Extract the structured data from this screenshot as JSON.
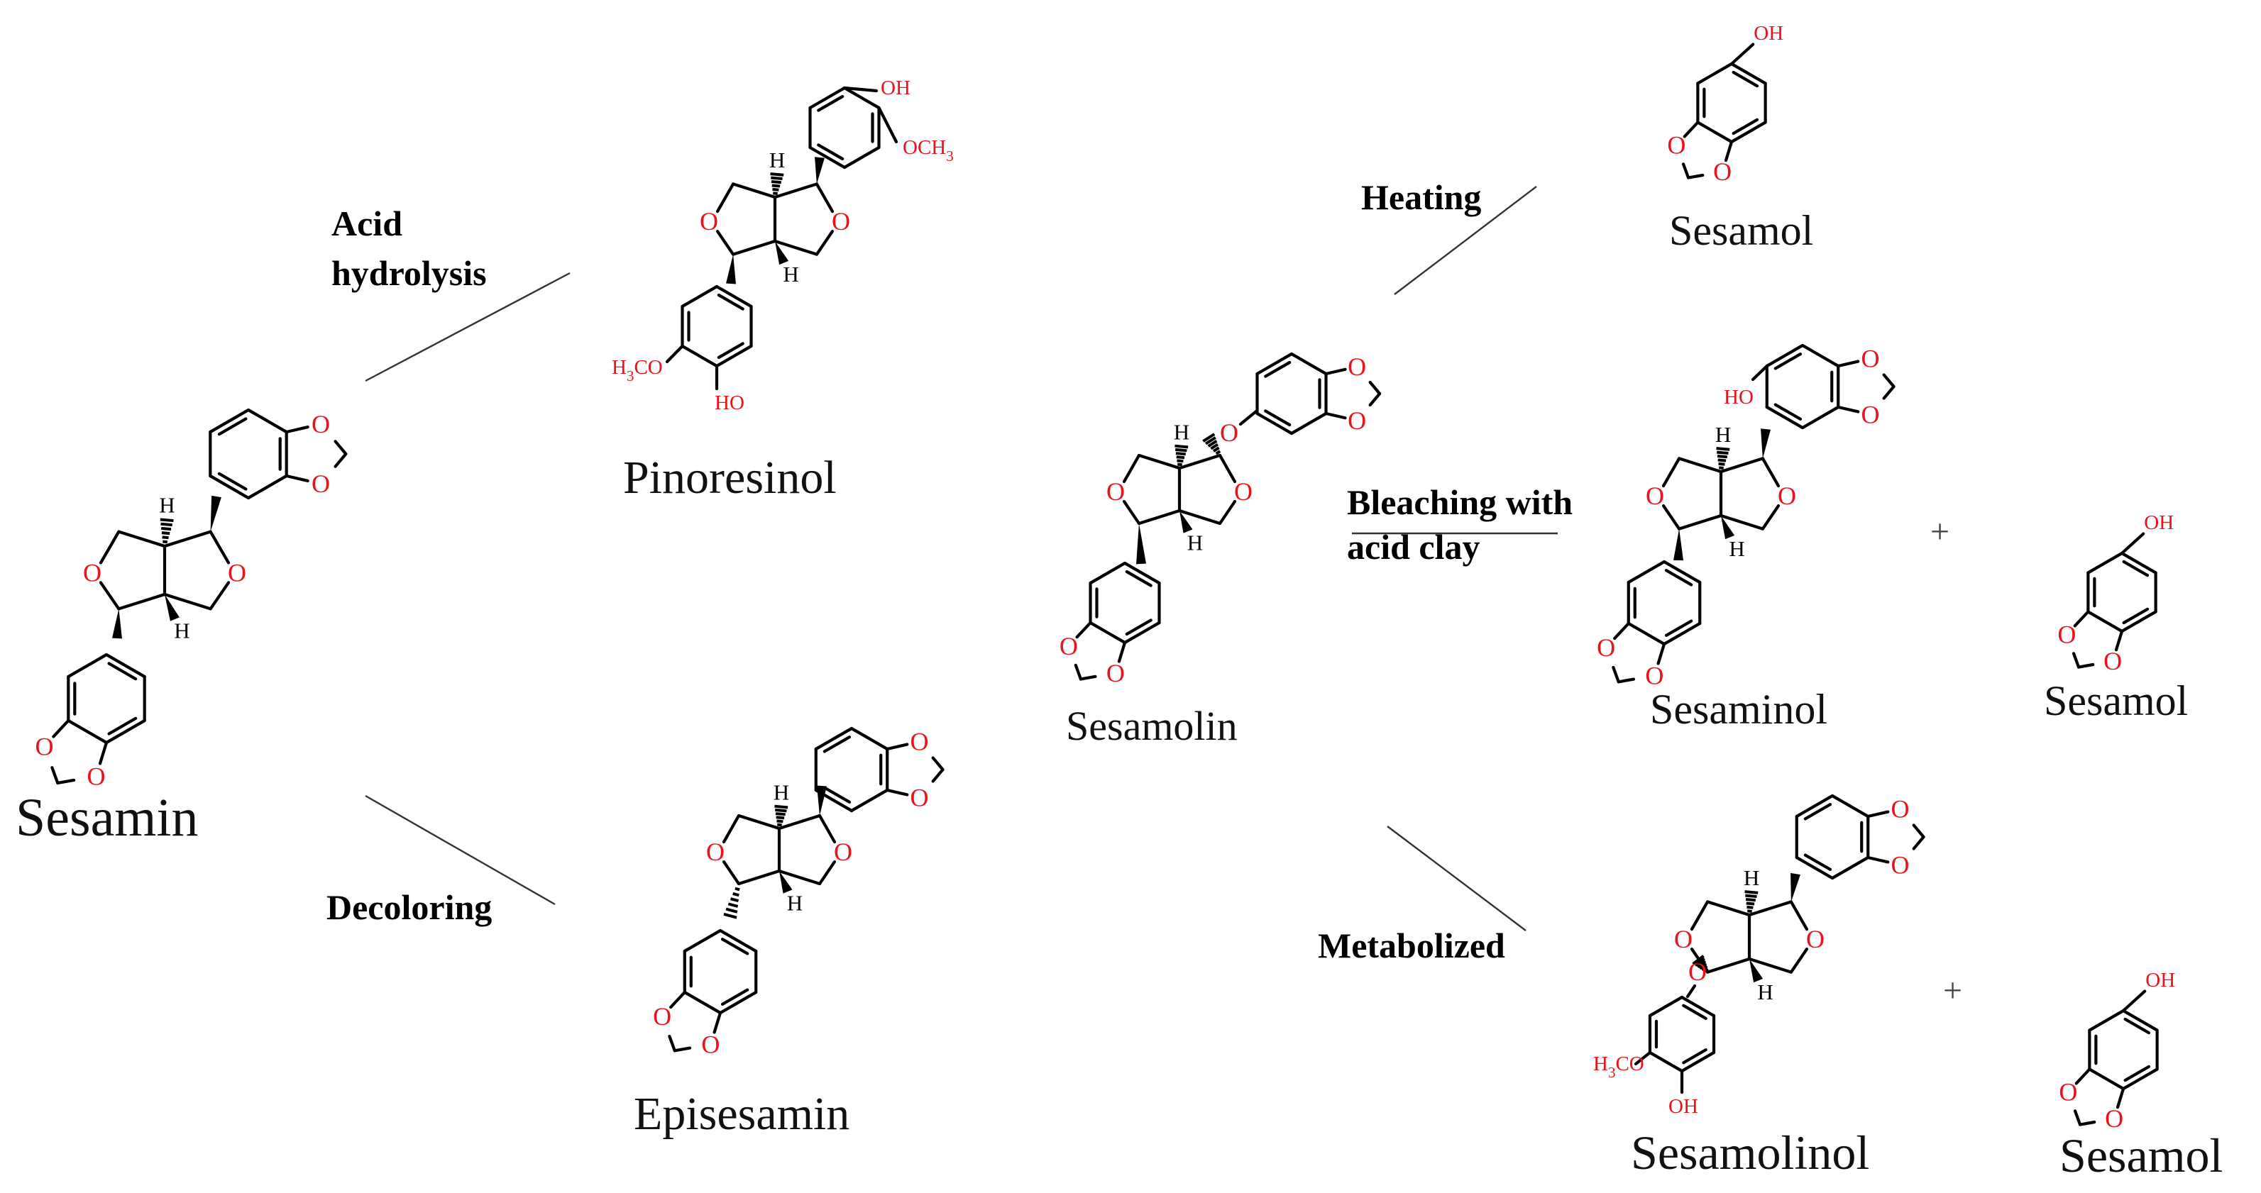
{
  "atoms": {
    "O": "O",
    "OH": "OH",
    "HO": "HO",
    "H": "H",
    "OCH3": "OCH3",
    "H3CO": "H3CO"
  },
  "compounds": {
    "sesamin": "Sesamin",
    "pinoresinol": "Pinoresinol",
    "episesamin": "Episesamin",
    "sesamolin": "Sesamolin",
    "sesamol_top": "Sesamol",
    "sesaminol": "Sesaminol",
    "sesamol_mid": "Sesamol",
    "sesamolinol": "Sesamolinol",
    "sesamol_bottom": "Sesamol"
  },
  "conditions": {
    "acid_hydrolysis_line1": "Acid",
    "acid_hydrolysis_line2": "hydrolysis",
    "decoloring": "Decoloring",
    "heating": "Heating",
    "bleaching_line1": "Bleaching with",
    "bleaching_line2": "acid clay",
    "metabolized": "Metabolized"
  },
  "operators": {
    "plus": "+"
  },
  "colors": {
    "heteroatom": "#e8141b",
    "bond": "#000000"
  }
}
